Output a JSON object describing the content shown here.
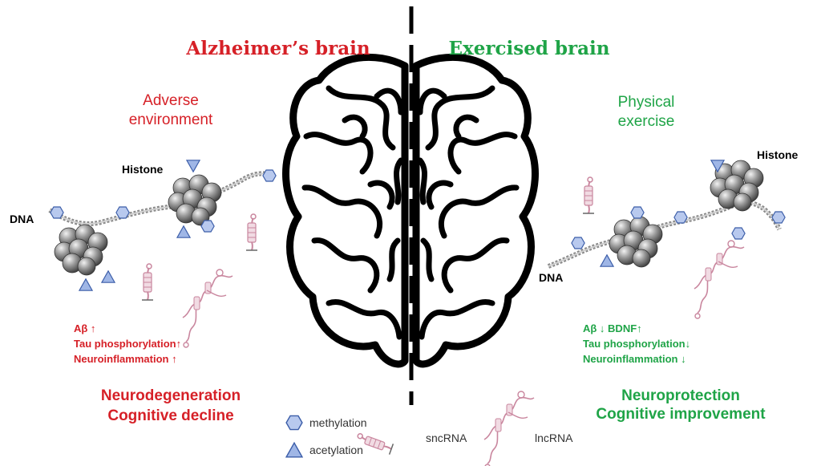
{
  "left": {
    "title": "Alzheimer’s brain",
    "cause_line1": "Adverse",
    "cause_line2": "environment",
    "histone_label": "Histone",
    "dna_label": "DNA",
    "markers": [
      "Aβ ↑",
      "Tau phosphorylation↑",
      "Neuroinflammation ↑"
    ],
    "outcome_line1": "Neurodegeneration",
    "outcome_line2": "Cognitive decline"
  },
  "right": {
    "title": "Exercised brain",
    "cause_line1": "Physical",
    "cause_line2": "exercise",
    "histone_label": "Histone",
    "dna_label": "DNA",
    "markers": [
      "Aβ ↓  BDNF↑",
      "Tau phosphorylation↓",
      "Neuroinflammation ↓"
    ],
    "outcome_line1": "Neuroprotection",
    "outcome_line2": "Cognitive improvement"
  },
  "legend": {
    "methylation": "methylation",
    "acetylation": "acetylation",
    "sncrna": "sncRNA",
    "lncrna": "lncRNA"
  },
  "colors": {
    "alzheimer_red": "#d62027",
    "exercise_green": "#1fa447",
    "methylation_fill": "#b8c9ee",
    "acetylation_fill": "#9fb6e6",
    "rna_pink": "#c9869e"
  }
}
